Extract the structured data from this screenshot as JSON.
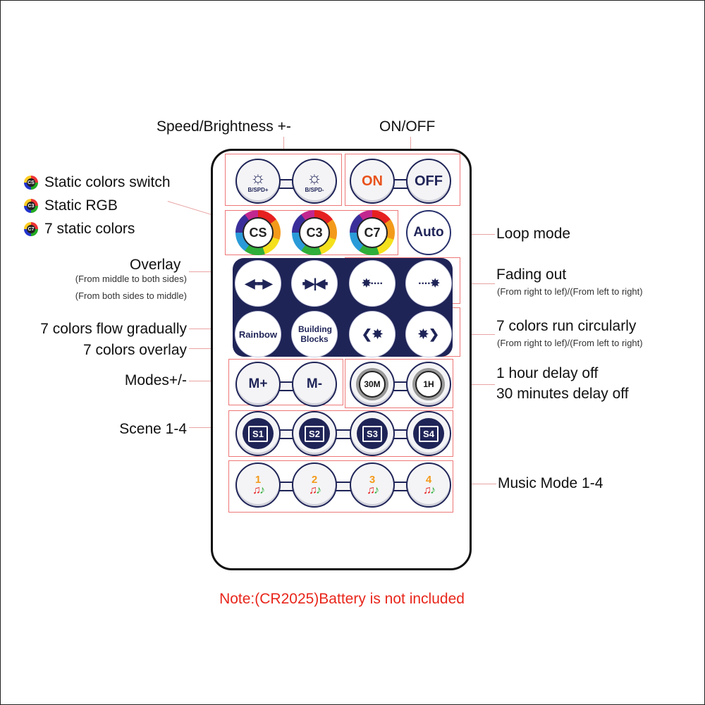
{
  "labels": {
    "speed_brightness": "Speed/Brightness +-",
    "on_off": "ON/OFF",
    "static_colors_switch": "Static colors switch",
    "static_rgb": "Static RGB",
    "seven_static_colors": "7 static colors",
    "loop_mode": "Loop mode",
    "overlay": "Overlay",
    "overlay_sub1": "(From middle to both sides)",
    "overlay_sub2": "(From both sides to middle)",
    "fading_out": "Fading out",
    "fading_out_sub": "(From right to lef)/(From left to right)",
    "seven_colors_flow": "7 colors flow gradually",
    "seven_colors_overlay": "7 colors overlay",
    "seven_colors_run": "7 colors run circularly",
    "seven_colors_run_sub": "(From right to lef)/(From left to right)",
    "modes": "Modes+/-",
    "one_hour": "1 hour delay off",
    "thirty_min": "30 minutes delay off",
    "scene": "Scene 1-4",
    "music_mode": "Music Mode 1-4"
  },
  "legend_icons": [
    "CS",
    "C3",
    "C7"
  ],
  "buttons": {
    "b_spd_plus": "B/SPD+",
    "b_spd_minus": "B/SPD-",
    "on": "ON",
    "off": "OFF",
    "cs": "CS",
    "c3": "C3",
    "c7": "C7",
    "auto": "Auto",
    "rainbow": "Rainbow",
    "building_blocks": "Building Blocks",
    "m_plus": "M+",
    "m_minus": "M-",
    "timer_30m": "30M",
    "timer_1h": "1H",
    "scenes": [
      "S1",
      "S2",
      "S3",
      "S4"
    ],
    "music": [
      "1",
      "2",
      "3",
      "4"
    ]
  },
  "note": "Note:(CR2025)Battery is not included",
  "colors": {
    "accent_red": "#e8261b",
    "remote_navy": "#1f2457",
    "on_orange": "#e8521b"
  }
}
